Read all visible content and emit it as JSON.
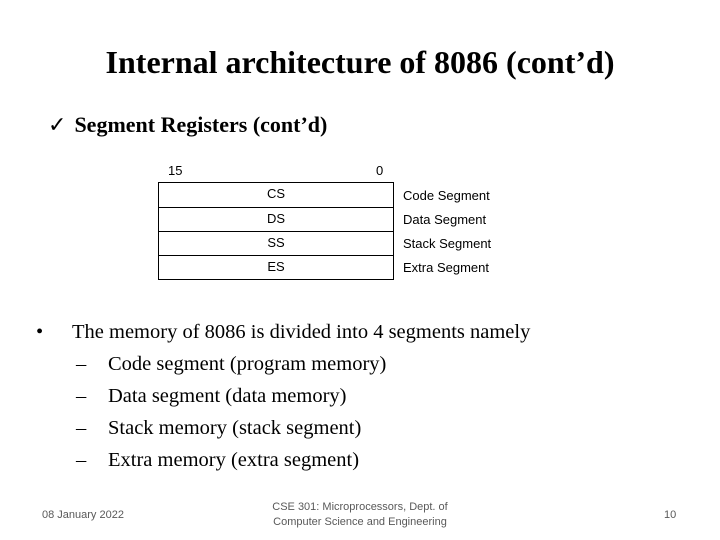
{
  "slide": {
    "title": "Internal architecture of 8086 (cont’d)",
    "subtitle_mark": "✓",
    "subtitle": "Segment Registers (cont’d)"
  },
  "diagram": {
    "bit_high": "15",
    "bit_low": "0",
    "registers": [
      {
        "name": "CS",
        "label": "Code Segment"
      },
      {
        "name": "DS",
        "label": "Data Segment"
      },
      {
        "name": "SS",
        "label": "Stack Segment"
      },
      {
        "name": "ES",
        "label": "Extra Segment"
      }
    ]
  },
  "bullets": {
    "main_symbol": "•",
    "main": "The memory of 8086 is divided into 4 segments namely",
    "sub_symbol": "–",
    "items": [
      "Code segment (program memory)",
      "Data segment (data memory)",
      "Stack memory (stack segment)",
      "Extra memory (extra segment)"
    ]
  },
  "footer": {
    "date": "08 January 2022",
    "course_line1": "CSE 301: Microprocessors, Dept. of",
    "course_line2": "Computer Science and Engineering",
    "page": "10"
  }
}
